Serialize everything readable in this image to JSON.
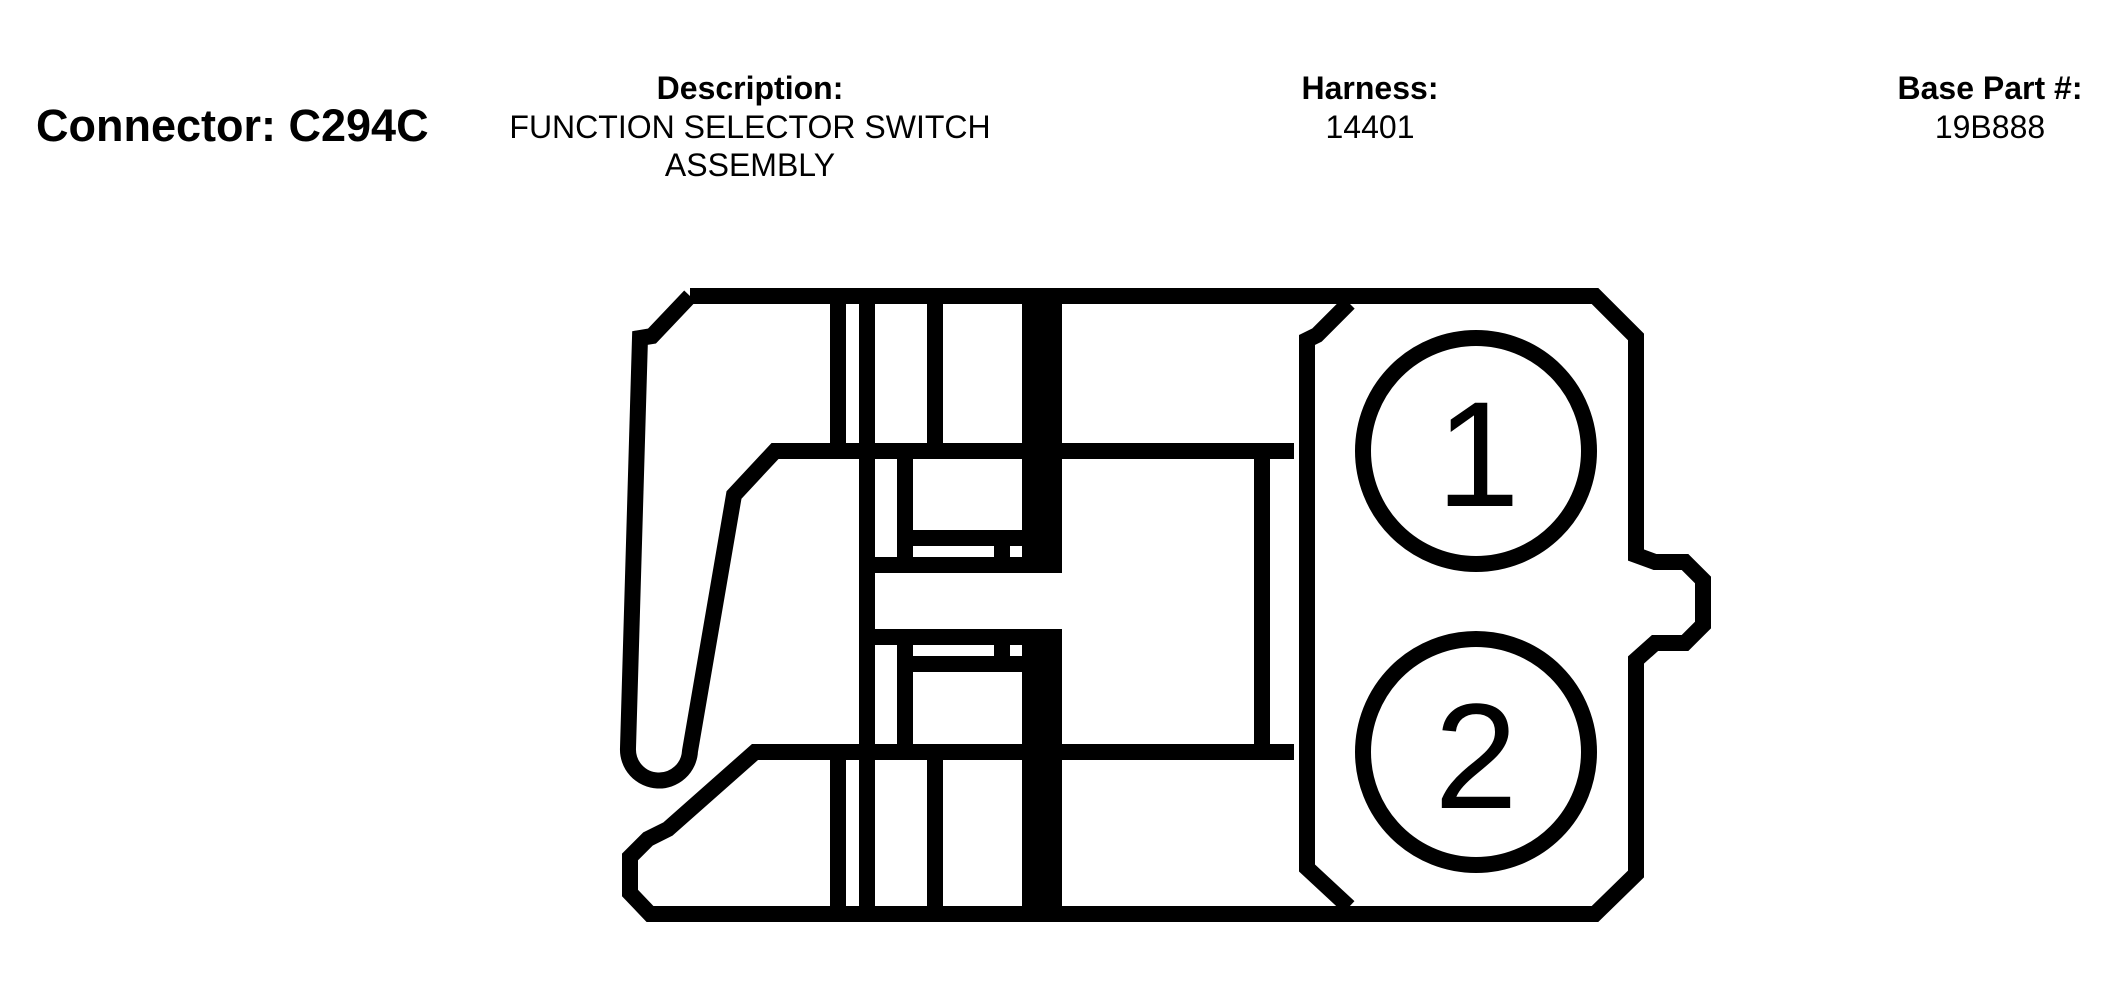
{
  "header": {
    "connector": "Connector: C294C",
    "description": {
      "label": "Description:",
      "value": "FUNCTION SELECTOR SWITCH ASSEMBLY"
    },
    "harness": {
      "label": "Harness:",
      "value": "14401"
    },
    "base_part": {
      "label": "Base Part #:",
      "value": "19B888"
    }
  },
  "connector_face": {
    "pins": [
      {
        "number": "1"
      },
      {
        "number": "2"
      }
    ],
    "line_color": "#000000",
    "background_color": "#ffffff"
  }
}
